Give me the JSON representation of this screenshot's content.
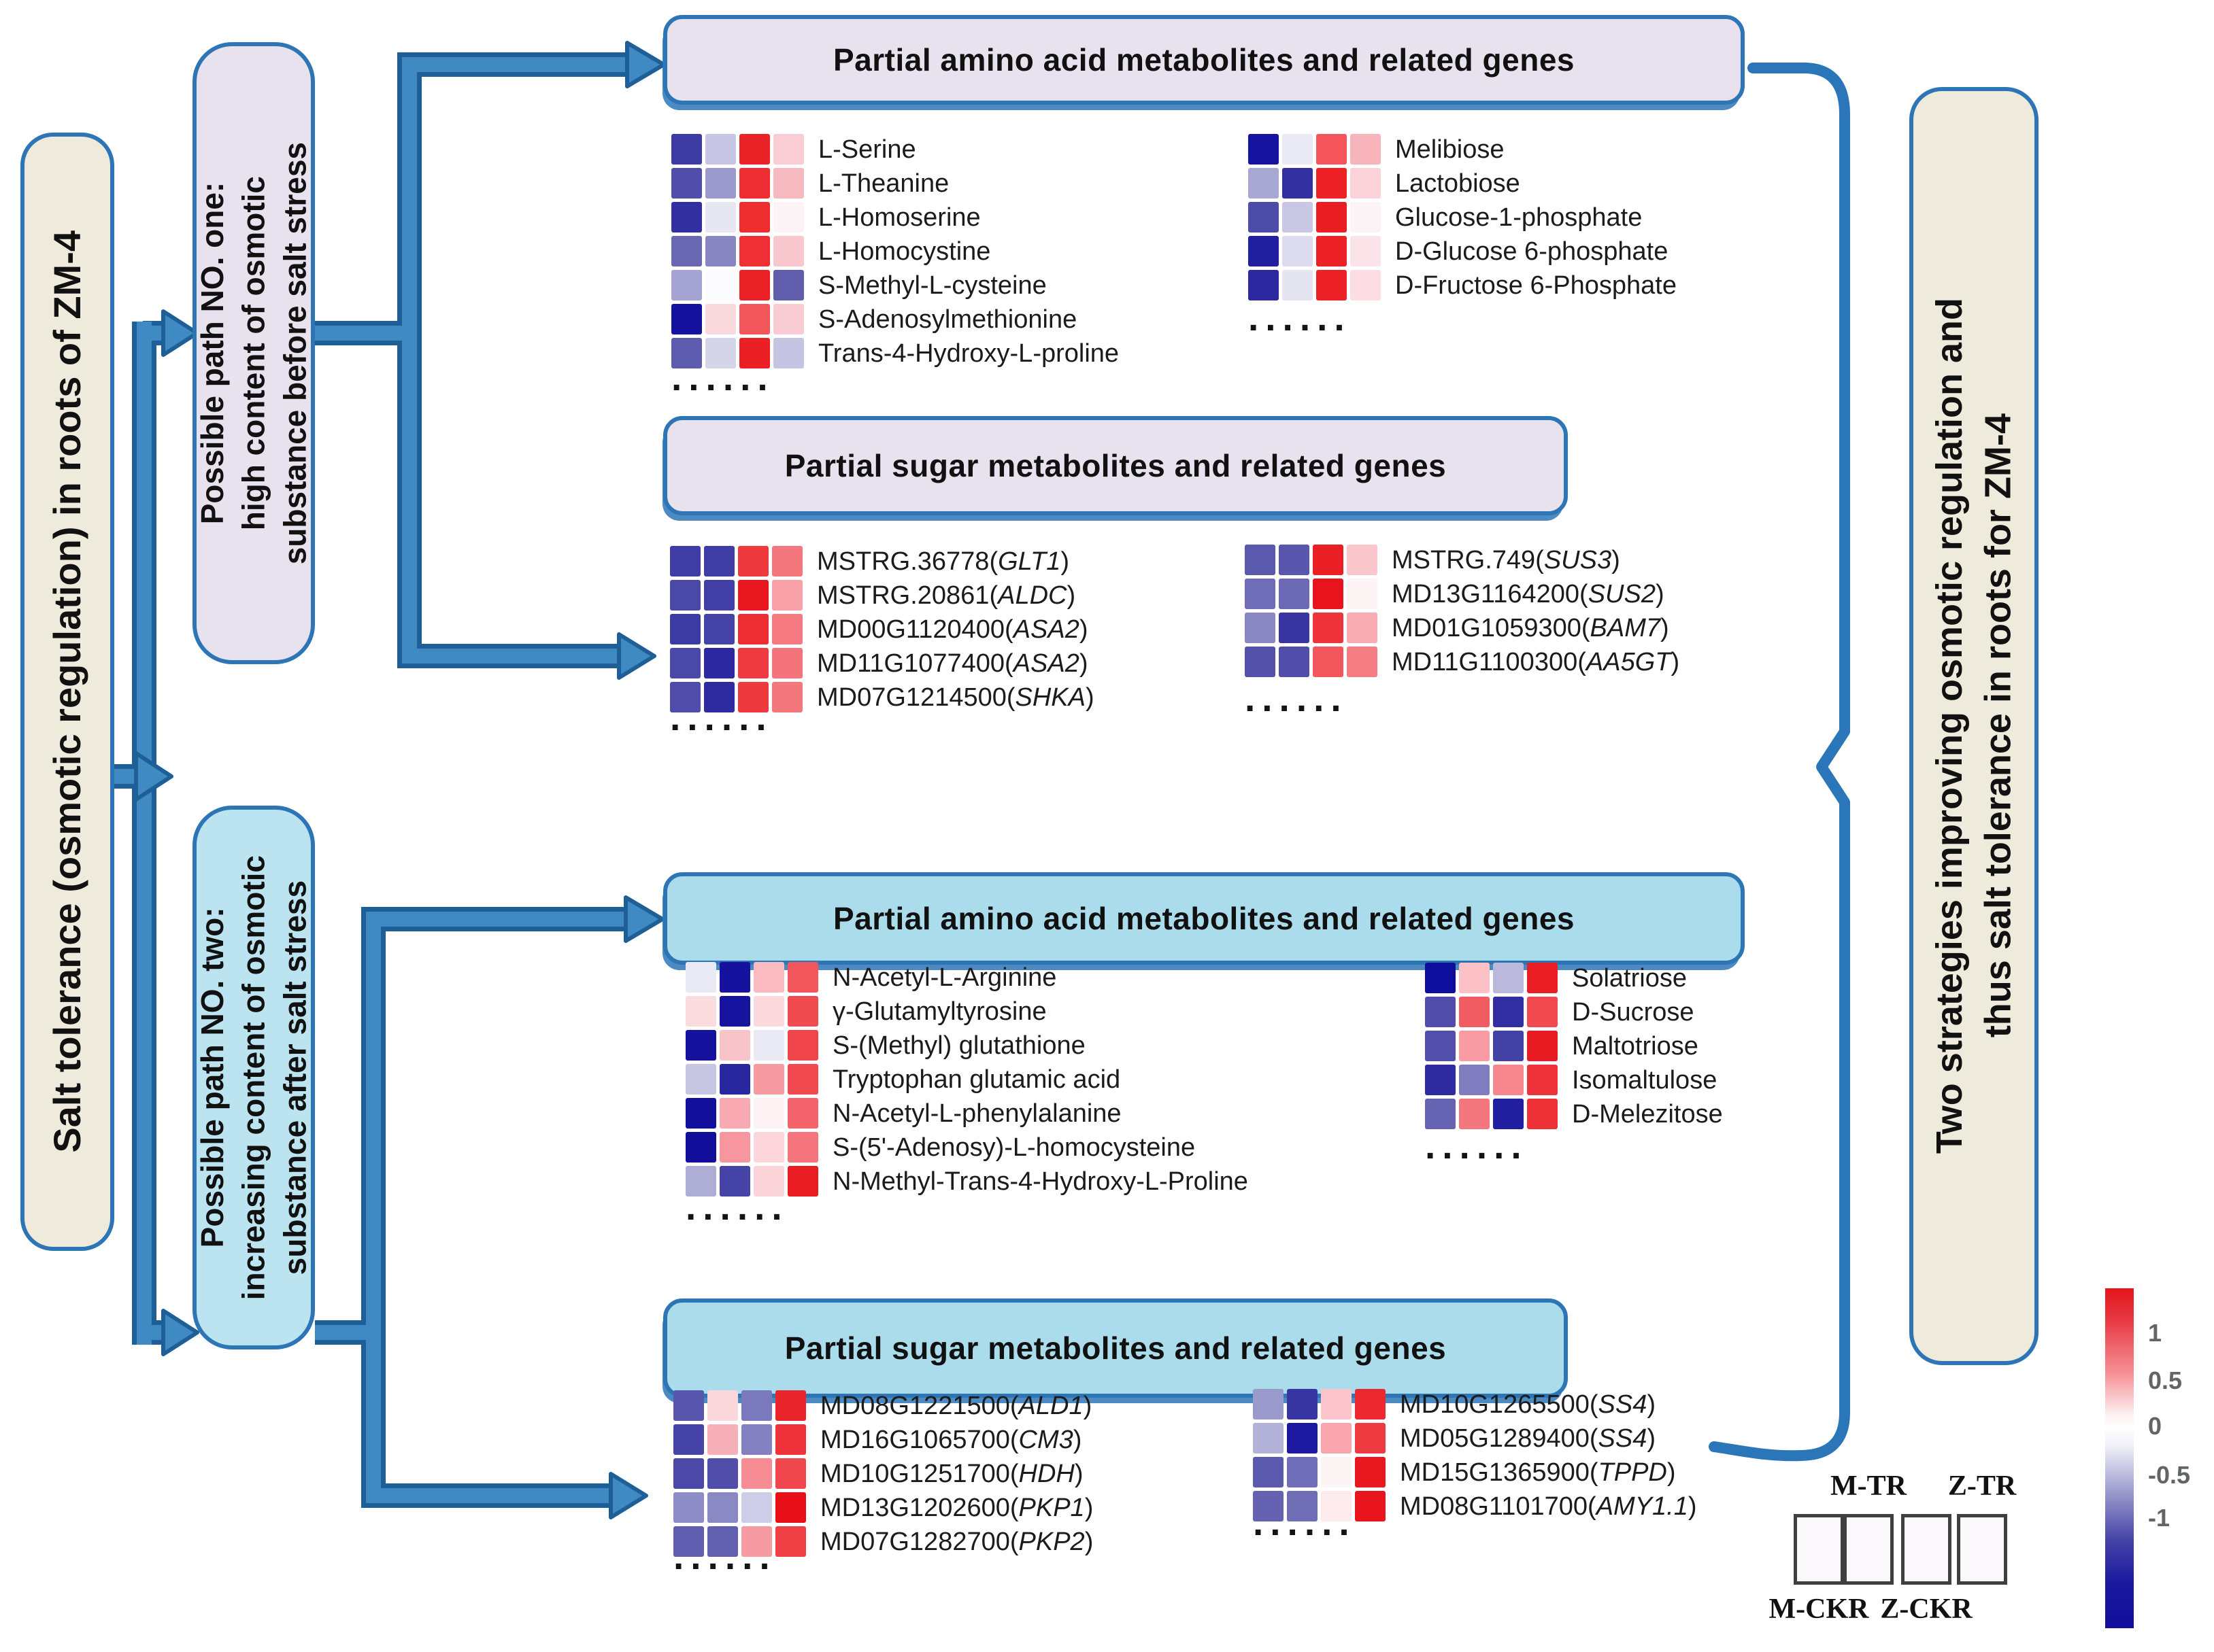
{
  "left_box": {
    "label": "Salt tolerance (osmotic regulation) in roots of ZM-4"
  },
  "right_box": {
    "line1": "Two strategies improving osmotic regulation and",
    "line2": "thus salt tolerance in roots for ZM-4"
  },
  "paths": {
    "one": {
      "line1": "Possible path NO. one:",
      "line2": "high content of osmotic",
      "line3": "substance before salt stress"
    },
    "two": {
      "line1": "Possible path NO. two:",
      "line2": "increasing content of osmotic",
      "line3": "substance after salt stress"
    }
  },
  "section_titles": {
    "amino_top": "Partial amino acid metabolites and related genes",
    "sugar_top": "Partial sugar metabolites and related genes",
    "amino_bottom": "Partial amino acid metabolites and related genes",
    "sugar_bottom": "Partial sugar metabolites and related genes"
  },
  "ellipsis": "......",
  "heatmap_columns": [
    "M-CKR",
    "M-TR",
    "Z-CKR",
    "Z-TR"
  ],
  "heatmaps": {
    "amino_top_left": {
      "rows": [
        {
          "cells": [
            "#3c3aa3",
            "#c6c5e3",
            "#ea2328",
            "#f9cdd3"
          ],
          "label": "L-Serine"
        },
        {
          "cells": [
            "#504ea9",
            "#9b9acd",
            "#ee2e33",
            "#f7b9c0"
          ],
          "label": "L-Theanine"
        },
        {
          "cells": [
            "#322fa0",
            "#e7e7f3",
            "#ee2d31",
            "#fbf3f6"
          ],
          "label": "L-Homoserine"
        },
        {
          "cells": [
            "#6a68b3",
            "#8886c2",
            "#ee3035",
            "#f9c8ce"
          ],
          "label": "L-Homocystine"
        },
        {
          "cells": [
            "#a5a4d3",
            "#fbfbfd",
            "#ea2127",
            "#5f5dac"
          ],
          "label": "S-Methyl-L-cysteine"
        },
        {
          "cells": [
            "#15129d",
            "#fad9dc",
            "#f2575c",
            "#f8ccd2"
          ],
          "label": "S-Adenosylmethionine"
        },
        {
          "cells": [
            "#5e5caf",
            "#d5d5ea",
            "#ea2025",
            "#c5c4e2"
          ],
          "label": "Trans-4-Hydroxy-L-proline"
        }
      ]
    },
    "sugar_top_right_metabolites": {
      "rows": [
        {
          "cells": [
            "#16149e",
            "#eaeaf4",
            "#f4555b",
            "#f8b4bb"
          ],
          "label": "Melibiose"
        },
        {
          "cells": [
            "#a9a8d5",
            "#3330a2",
            "#ee2127",
            "#fbd2d7"
          ],
          "label": "Lactobiose"
        },
        {
          "cells": [
            "#4e4ca9",
            "#c8c7e4",
            "#ea1d24",
            "#fbf3f6"
          ],
          "label": "Glucose-1-phosphate"
        },
        {
          "cells": [
            "#211e9f",
            "#dcdcee",
            "#ec2228",
            "#fbe4e9"
          ],
          "label": "D-Glucose 6-phosphate"
        },
        {
          "cells": [
            "#2b28a0",
            "#e5e5f1",
            "#ec2228",
            "#fbdde3"
          ],
          "label": "D-Fructose 6-Phosphate"
        }
      ]
    },
    "sugar_top_genes_left": {
      "rows": [
        {
          "cells": [
            "#3f3da5",
            "#3f3da5",
            "#ee393e",
            "#f4777e"
          ],
          "label_prefix": "MSTRG.36778(",
          "gene": "GLT1",
          "label_suffix": ")"
        },
        {
          "cells": [
            "#4b49a8",
            "#413fa6",
            "#e8171f",
            "#f8a1a9"
          ],
          "label_prefix": "MSTRG.20861(",
          "gene": "ALDC",
          "label_suffix": ")"
        },
        {
          "cells": [
            "#3c3aa3",
            "#4543a7",
            "#ec2e33",
            "#f47980"
          ],
          "label_prefix": "MD00G1120400(",
          "gene": "ASA2",
          "label_suffix": ")"
        },
        {
          "cells": [
            "#4b49a8",
            "#2b28a0",
            "#ee3a40",
            "#f4747b"
          ],
          "label_prefix": "MD11G1077400(",
          "gene": "ASA2",
          "label_suffix": ")"
        },
        {
          "cells": [
            "#4f4da9",
            "#2e2ba1",
            "#ee393e",
            "#f4777e"
          ],
          "label_prefix": "MD07G1214500(",
          "gene": "SHKA",
          "label_suffix": ")"
        }
      ]
    },
    "sugar_top_genes_right": {
      "rows": [
        {
          "cells": [
            "#5b59ae",
            "#5856ad",
            "#ea1e25",
            "#fbc7cd"
          ],
          "label_prefix": "MSTRG.749(",
          "gene": "SUS3",
          "label_suffix": ")"
        },
        {
          "cells": [
            "#6f6db7",
            "#6c6ab5",
            "#e8141d",
            "#fdf4f6"
          ],
          "label_prefix": "MD13G1164200(",
          "gene": "SUS2",
          "label_suffix": ")"
        },
        {
          "cells": [
            "#8987c4",
            "#3835a3",
            "#ee343a",
            "#f9abb3"
          ],
          "label_prefix": "MD01G1059300(",
          "gene": "BAM7",
          "label_suffix": ")"
        },
        {
          "cells": [
            "#5451ab",
            "#514eaa",
            "#f4565d",
            "#f67c84"
          ],
          "label_prefix": "MD11G1100300(",
          "gene": "AA5GT",
          "label_suffix": ")"
        }
      ]
    },
    "amino_bottom_left": {
      "rows": [
        {
          "cells": [
            "#e9e9f4",
            "#15139d",
            "#f9bac1",
            "#f0565b"
          ],
          "label": "N-Acetyl-L-Arginine"
        },
        {
          "cells": [
            "#fadbde",
            "#16149e",
            "#fcd9dd",
            "#f04b51"
          ],
          "label": "γ-Glutamyltyrosine"
        },
        {
          "cells": [
            "#16129d",
            "#f9c3ca",
            "#eaeaf4",
            "#ef454a"
          ],
          "label": "S-(Methyl) glutathione"
        },
        {
          "cells": [
            "#c7c6e3",
            "#2927a0",
            "#f79ba2",
            "#f04a50"
          ],
          "label": "Tryptophan glutamic acid"
        },
        {
          "cells": [
            "#110f9c",
            "#f8a9b1",
            "#fdf3f5",
            "#f2636b"
          ],
          "label": "N-Acetyl-L-phenylalanine"
        },
        {
          "cells": [
            "#100e9b",
            "#f7969e",
            "#fcd6da",
            "#f4767c"
          ],
          "label": "S-(5'-Adenosy)-L-homocysteine"
        },
        {
          "cells": [
            "#aeadd6",
            "#4644a7",
            "#fbd4d9",
            "#ea1c23"
          ],
          "label": "N-Methyl-Trans-4-Hydroxy-L-Proline"
        }
      ]
    },
    "amino_bottom_right_metabolites": {
      "rows": [
        {
          "cells": [
            "#0f0d9b",
            "#fbc1c7",
            "#bab9db",
            "#ea1f26"
          ],
          "label": "Solatriose"
        },
        {
          "cells": [
            "#504daa",
            "#f05c62",
            "#312ea2",
            "#f0494f"
          ],
          "label": "D-Sucrose"
        },
        {
          "cells": [
            "#514fab",
            "#f89ba3",
            "#4441a6",
            "#e91b22"
          ],
          "label": "Maltotriose"
        },
        {
          "cells": [
            "#2e2ba1",
            "#7f7dbf",
            "#f7878f",
            "#ee3239"
          ],
          "label": "Isomaltulose"
        },
        {
          "cells": [
            "#6664b2",
            "#f4777e",
            "#211ea0",
            "#ee3137"
          ],
          "label": "D-Melezitose"
        }
      ]
    },
    "sugar_bottom_genes_left": {
      "rows": [
        {
          "cells": [
            "#5856ad",
            "#fbd7db",
            "#7b79bd",
            "#eb252c"
          ],
          "label_prefix": "MD08G1221500(",
          "gene": "ALD1",
          "label_suffix": ")"
        },
        {
          "cells": [
            "#4744a7",
            "#f8b0b8",
            "#8381c1",
            "#ee333a"
          ],
          "label_prefix": "MD16G1065700(",
          "gene": "CM3",
          "label_suffix": ")"
        },
        {
          "cells": [
            "#4b48a8",
            "#514eaa",
            "#f78c94",
            "#f0484e"
          ],
          "label_prefix": "MD10G1251700(",
          "gene": "HDH",
          "label_suffix": ")"
        },
        {
          "cells": [
            "#8e8cc6",
            "#8b89c4",
            "#cdcde7",
            "#e9101a"
          ],
          "label_prefix": "MD13G1202600(",
          "gene": "PKP1",
          "label_suffix": ")"
        },
        {
          "cells": [
            "#605eb0",
            "#615fb0",
            "#f79ba2",
            "#ef4046"
          ],
          "label_prefix": "MD07G1282700(",
          "gene": "PKP2",
          "label_suffix": ")"
        }
      ]
    },
    "sugar_bottom_genes_right": {
      "rows": [
        {
          "cells": [
            "#9b9acd",
            "#3936a3",
            "#fbc5cb",
            "#ec2931"
          ],
          "label_prefix": "MD10G1265500(",
          "gene": "SS4",
          "label_suffix": ")"
        },
        {
          "cells": [
            "#b3b2d9",
            "#1c19a0",
            "#f8a5ad",
            "#ee3a41"
          ],
          "label_prefix": "MD05G1289400(",
          "gene": "SS4",
          "label_suffix": ")"
        },
        {
          "cells": [
            "#5c5aae",
            "#706eb8",
            "#fdf4f6",
            "#e9171f"
          ],
          "label_prefix": "MD15G1365900(",
          "gene": "TPPD",
          "label_suffix": ")"
        },
        {
          "cells": [
            "#6563b1",
            "#6f6db6",
            "#fceaed",
            "#e9151e"
          ],
          "label_prefix": "MD08G1101700(",
          "gene": "AMY1.1",
          "label_suffix": ")"
        }
      ]
    }
  },
  "legend": {
    "ticks": [
      "1",
      "0.5",
      "0",
      "-0.5",
      "-1"
    ],
    "colorbar": {
      "high": "#e3141c",
      "mid": "#ffffff",
      "low": "#100e9b"
    },
    "m_tr": "M-TR",
    "z_tr": "Z-TR",
    "m_ckr": "M-CKR",
    "z_ckr": "Z-CKR"
  }
}
